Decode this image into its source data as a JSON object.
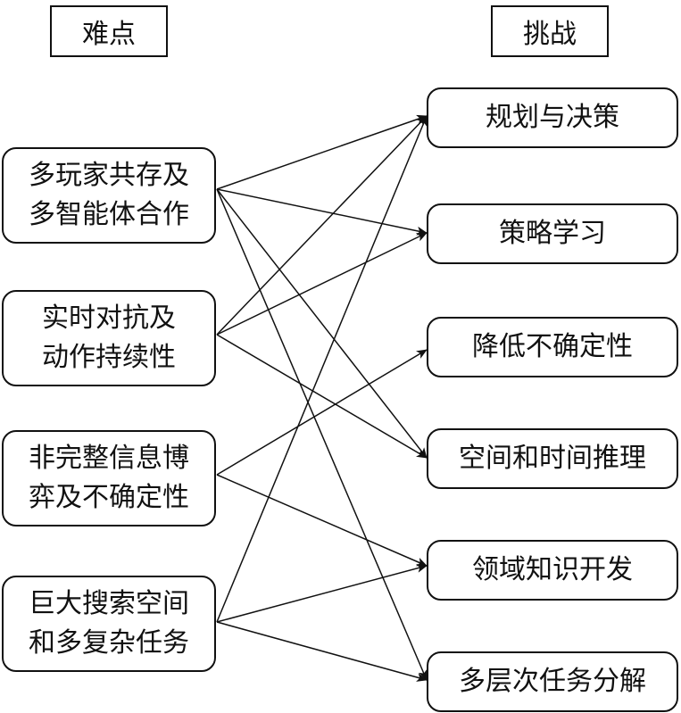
{
  "headers": {
    "left": "难点",
    "right": "挑战"
  },
  "difficulties": [
    {
      "lines": [
        "多玩家共存及",
        "多智能体合作"
      ]
    },
    {
      "lines": [
        "实时对抗及",
        "动作持续性"
      ]
    },
    {
      "lines": [
        "非完整信息博",
        "弈及不确定性"
      ]
    },
    {
      "lines": [
        "巨大搜索空间",
        "和多复杂任务"
      ]
    }
  ],
  "challenges": [
    {
      "label": "规划与决策"
    },
    {
      "label": "策略学习"
    },
    {
      "label": "降低不确定性"
    },
    {
      "label": "空间和时间推理"
    },
    {
      "label": "领域知识开发"
    },
    {
      "label": "多层次任务分解"
    }
  ],
  "connections": [
    {
      "from": 0,
      "to": 0
    },
    {
      "from": 0,
      "to": 1
    },
    {
      "from": 0,
      "to": 3
    },
    {
      "from": 0,
      "to": 5
    },
    {
      "from": 1,
      "to": 0
    },
    {
      "from": 1,
      "to": 1
    },
    {
      "from": 1,
      "to": 3
    },
    {
      "from": 2,
      "to": 2
    },
    {
      "from": 2,
      "to": 4
    },
    {
      "from": 3,
      "to": 0
    },
    {
      "from": 3,
      "to": 4
    },
    {
      "from": 3,
      "to": 5
    }
  ]
}
